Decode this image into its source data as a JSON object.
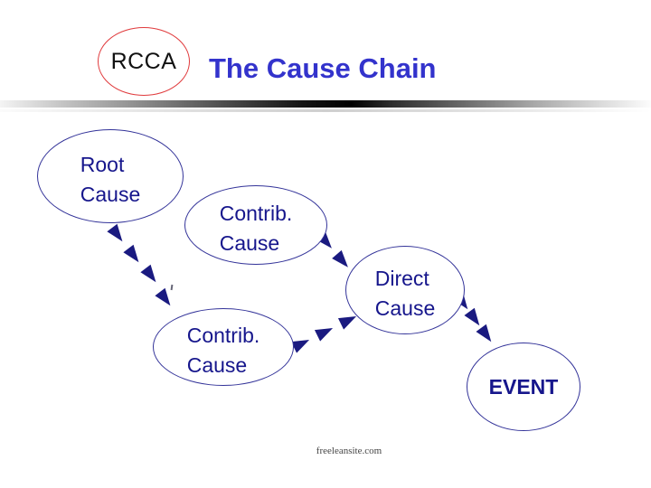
{
  "slide": {
    "logo_label": "RCCA",
    "title": "The Cause Chain",
    "footer": "freeleansite.com"
  },
  "diagram": {
    "nodes": [
      {
        "id": "root-cause",
        "line1": "Root",
        "line2": "Cause"
      },
      {
        "id": "contrib-cause-1",
        "line1": "Contrib.",
        "line2": "Cause"
      },
      {
        "id": "direct-cause",
        "line1": "Direct",
        "line2": "Cause"
      },
      {
        "id": "contrib-cause-2",
        "line1": "Contrib.",
        "line2": "Cause"
      },
      {
        "id": "event",
        "line1": "EVENT"
      }
    ],
    "edges": [
      {
        "from": "root-cause",
        "to": "contrib-cause-2",
        "arrowheads": 4,
        "direction": "down-right"
      },
      {
        "from": "contrib-cause-1",
        "to": "direct-cause",
        "arrowheads": 2,
        "direction": "down-right"
      },
      {
        "from": "contrib-cause-2",
        "to": "direct-cause",
        "arrowheads": 3,
        "direction": "up-right"
      },
      {
        "from": "direct-cause",
        "to": "event",
        "arrowheads": 3,
        "direction": "down-right"
      }
    ]
  },
  "colors": {
    "title": "#3333cc",
    "node_stroke": "#333399",
    "node_text": "#16168c",
    "arrow": "#1a1a80",
    "logo_red": "#e03a3c",
    "footer_text": "#444444"
  }
}
